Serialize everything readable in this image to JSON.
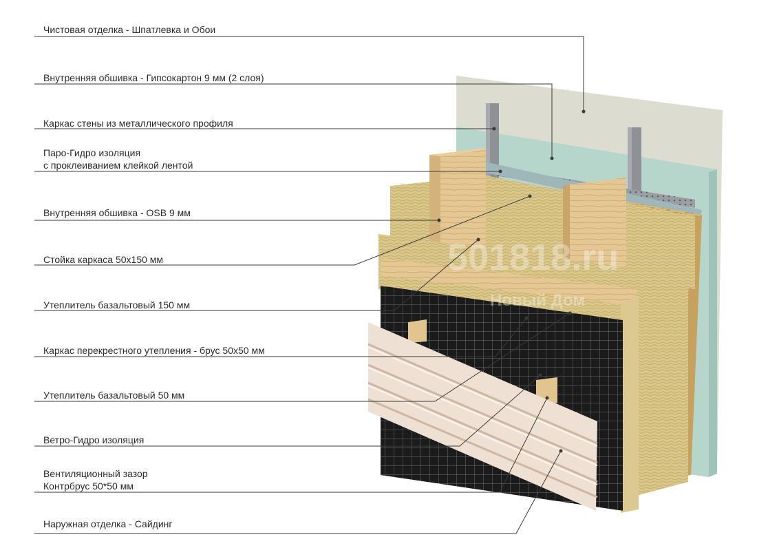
{
  "labels": [
    "Чистовая отделка - Шпатлевка и Обои",
    "Внутренняя обшивка - Гипсокартон 9 мм (2 слоя)",
    "Каркас стены из металлического профиля",
    "Паро-Гидро изоляция",
    "с проклеиванием клейкой лентой",
    "Внутренняя обшивка - OSB 9 мм",
    "Стойка каркаса 50х150 мм",
    "Утеплитель базальтовый 150 мм",
    "Каркас перекрестного утепления - брус 50х50 мм",
    "Утеплитель базальтовый 50 мм",
    "Ветро-Гидро изоляция",
    "Вентиляционный зазор",
    "Контрбрус 50*50 мм",
    "Наружная отделка - Сайдинг"
  ],
  "watermark": {
    "site": "501818.ru",
    "brand": "Новый Дом"
  },
  "colors": {
    "finish_plaster": "#dcdcd0",
    "drywall": "#b5d6cc",
    "metal_profile": "#8e9196",
    "vapor_film": "#9fb7b8",
    "osb": "#d7b97a",
    "timber": "#e3c48e",
    "mineral_wool": "#d8c486",
    "wind_membrane": "#1d1d1d",
    "siding": "#eee0d2",
    "leader_line": "#3a3a3a"
  }
}
